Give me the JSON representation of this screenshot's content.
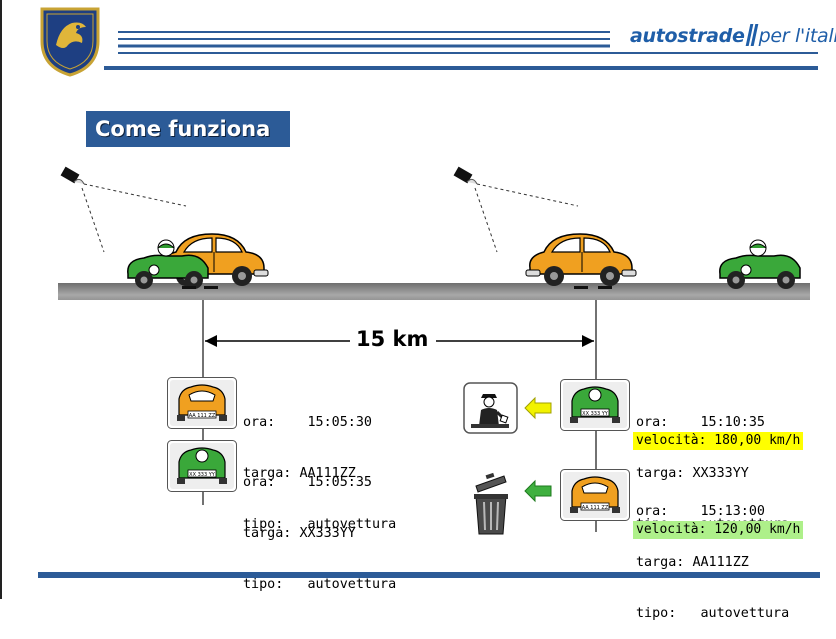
{
  "branding": {
    "left_logo": "polizia-stradale-badge",
    "right_logo_brand": "autostrade",
    "right_logo_sub": "per l'italia",
    "brand_color": "#1f5ea8"
  },
  "title": "Come funziona",
  "distance_label": "15 km",
  "labels": {
    "ora": "ora:",
    "targa": "targa:",
    "tipo": "tipo:",
    "velocita": "velocità:"
  },
  "records_left": [
    {
      "ora": "15:05:30",
      "targa": "AA111ZZ",
      "tipo": "autovettura",
      "car_color": "orange",
      "plate": "AA 111 ZZ"
    },
    {
      "ora": "15:05:35",
      "targa": "XX333YY",
      "tipo": "autovettura",
      "car_color": "green",
      "plate": "XX 333 YY"
    }
  ],
  "records_right": [
    {
      "ora": "15:10:35",
      "targa": "XX333YY",
      "tipo": "autovettura",
      "velocita": "180,00 km/h",
      "car_color": "green",
      "plate": "XX 333 YY",
      "highlight": "#ffff00",
      "action_icon": "police-officer-icon",
      "arrow_color": "#f2f200"
    },
    {
      "ora": "15:13:00",
      "targa": "AA111ZZ",
      "tipo": "autovettura",
      "velocita": "120,00 km/h",
      "car_color": "orange",
      "plate": "AA 111 ZZ",
      "highlight": "#aef08a",
      "action_icon": "trash-bin-icon",
      "arrow_color": "#3fb03f"
    }
  ],
  "colors": {
    "road": "#8c8c8c",
    "accent_blue": "#2c5b97"
  }
}
